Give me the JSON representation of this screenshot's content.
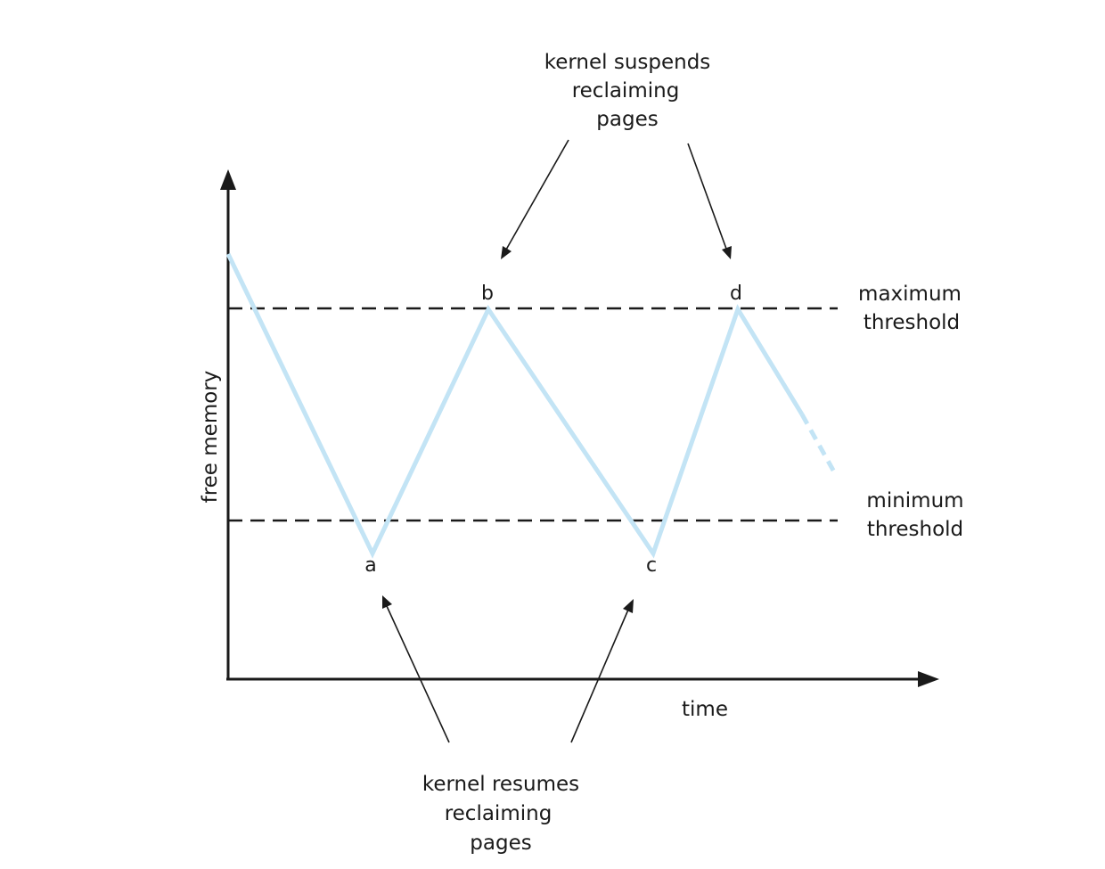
{
  "axes": {
    "y_label": "free memory",
    "x_label": "time"
  },
  "thresholds": {
    "max_line1": "maximum",
    "max_line2": "threshold",
    "min_line1": "minimum",
    "min_line2": "threshold"
  },
  "points": {
    "a": "a",
    "b": "b",
    "c": "c",
    "d": "d"
  },
  "annotations": {
    "suspend": [
      "kernel suspends",
      "reclaiming",
      "pages"
    ],
    "resume": [
      "kernel resumes",
      "reclaiming",
      "pages"
    ]
  },
  "colors": {
    "wave": "#c3e4f5",
    "ink": "#1a1a1a"
  }
}
